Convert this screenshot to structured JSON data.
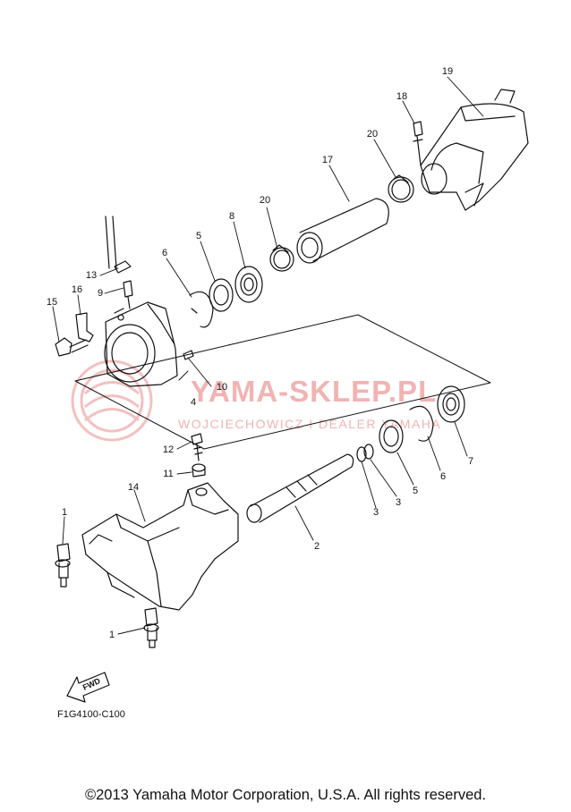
{
  "diagram": {
    "figure_code": "F1G4100-C100",
    "copyright": "©2013 Yamaha Motor Corporation, U.S.A. All rights reserved.",
    "fwd_arrow_text": "FWD",
    "watermark": {
      "name": "YAMA-SKLEP.PL",
      "subtitle": "WOJCIECHOWICZ I DEALER YAMAHA",
      "accent_color": "#f2b3b3"
    },
    "callouts": [
      "1",
      "1",
      "2",
      "3",
      "3",
      "4",
      "5",
      "5",
      "6",
      "6",
      "7",
      "8",
      "9",
      "10",
      "11",
      "12",
      "13",
      "14",
      "15",
      "16",
      "17",
      "18",
      "19",
      "20",
      "20"
    ]
  }
}
